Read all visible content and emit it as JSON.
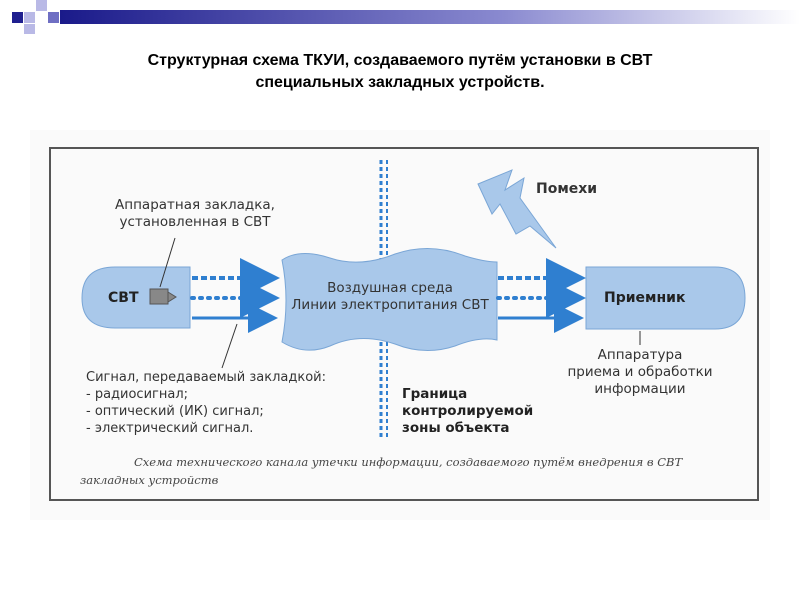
{
  "slide": {
    "title_line1": "Структурная схема ТКУИ, создаваемого путём установки в СВТ",
    "title_line2": "специальных закладных устройств."
  },
  "diagram": {
    "source_node": "СВТ",
    "hardware_bug_line1": "Аппаратная закладка,",
    "hardware_bug_line2": "установленная в СВТ",
    "medium_line1": "Воздушная среда",
    "medium_line2": "Линии электропитания СВТ",
    "noise_label": "Помехи",
    "receiver_node": "Приемник",
    "receiver_desc_line1": "Аппаратура",
    "receiver_desc_line2": "приема и обработки",
    "receiver_desc_line3": "информации",
    "signal_header": "Сигнал, передаваемый закладкой:",
    "signal_types": [
      "- радиосигнал;",
      "- оптический (ИК) сигнал;",
      "- электрический сигнал."
    ],
    "boundary_line1": "Граница",
    "boundary_line2": "контролируемой",
    "boundary_line3": "зоны объекта",
    "caption_line1": "Схема технического канала утечки информации, создаваемого путём внедрения в СВТ",
    "caption_line2": "закладных устройств"
  },
  "colors": {
    "shape_fill": "#a9c8ea",
    "arrow": "#2f7fd0",
    "boundary": "#2f7fd0",
    "frame": "#555555",
    "topbar_dark": "#1f1f8f"
  }
}
